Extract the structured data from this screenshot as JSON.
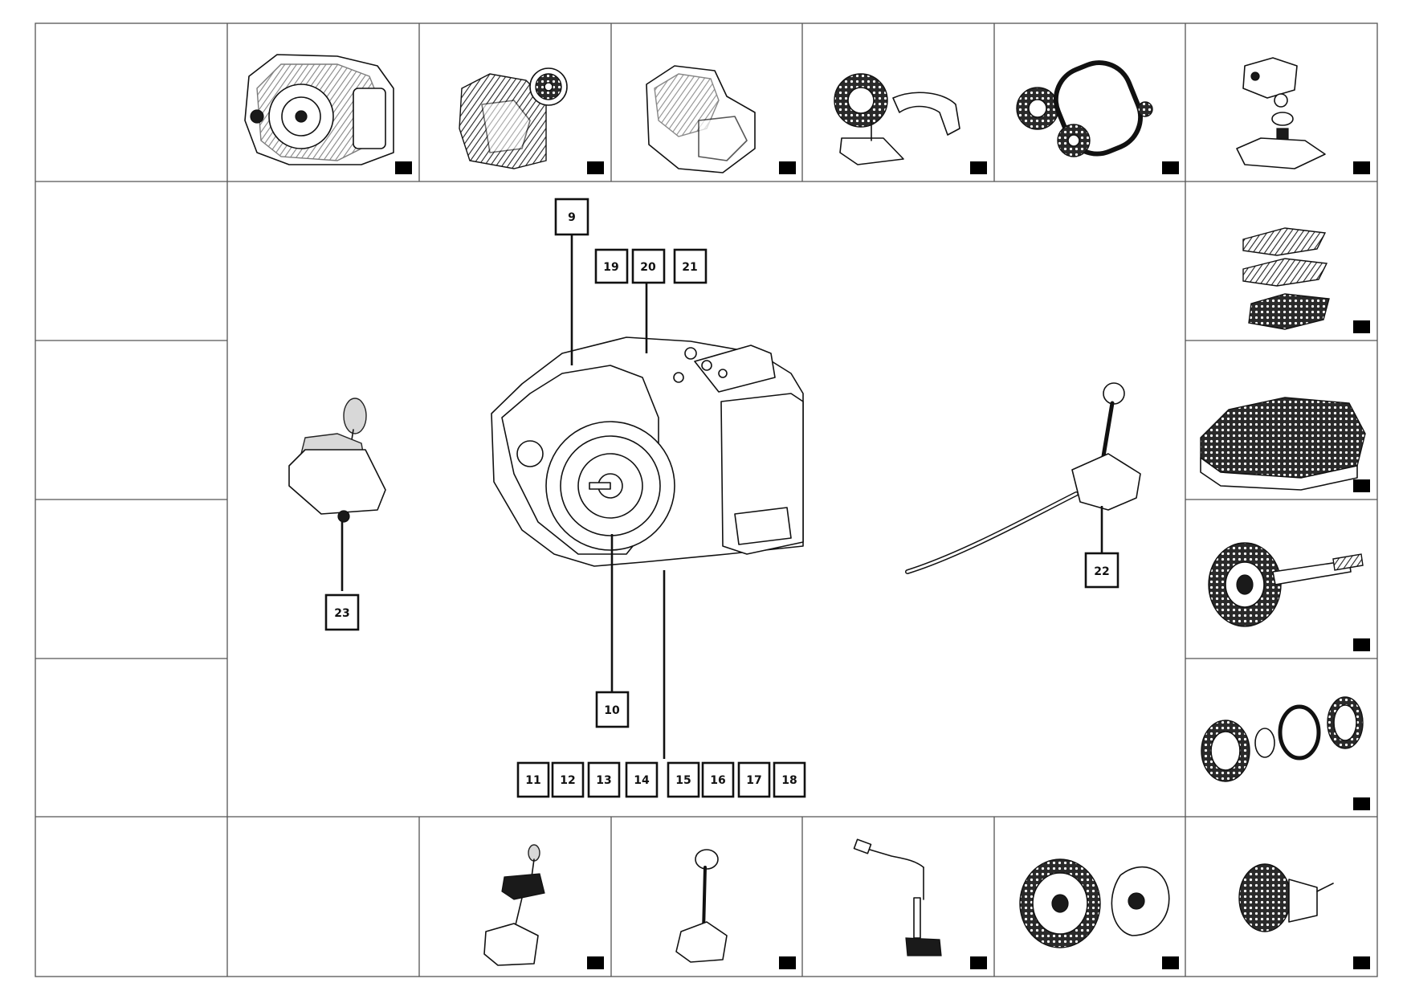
{
  "callouts": {
    "c9": "9",
    "c10": "10",
    "c11": "11",
    "c12": "12",
    "c13": "13",
    "c14": "14",
    "c15": "15",
    "c16": "16",
    "c17": "17",
    "c18": "18",
    "c19": "19",
    "c20": "20",
    "c21": "21",
    "c22": "22",
    "c23": "23"
  },
  "thumbnails": [
    {
      "icon": "transmission-assembly-icon"
    },
    {
      "icon": "transmission-with-torque-converter-icon"
    },
    {
      "icon": "transmission-case-icon"
    },
    {
      "icon": "oil-pump-and-filter-icon"
    },
    {
      "icon": "drive-chain-and-sprockets-icon"
    },
    {
      "icon": "valve-body-cover-exploded-icon"
    },
    {
      "icon": "valve-body-plates-icon"
    },
    {
      "icon": "control-valve-body-icon"
    },
    {
      "icon": "clutch-drum-with-shaft-icon"
    },
    {
      "icon": "clutch-piston-seals-icon"
    },
    {
      "icon": "gear-selector-assembly-icon"
    },
    {
      "icon": "manual-shift-lever-icon"
    },
    {
      "icon": "selector-cable-and-switch-icon"
    },
    {
      "icon": "differential-ring-gear-icon"
    },
    {
      "icon": "clutch-hub-icon"
    }
  ]
}
